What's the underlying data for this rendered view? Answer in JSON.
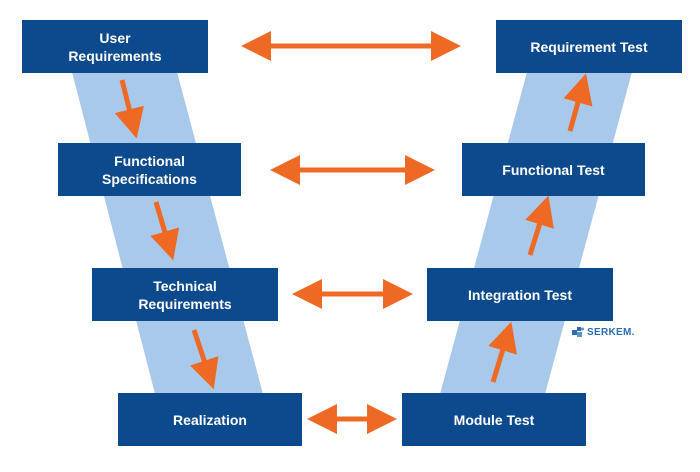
{
  "colors": {
    "box": "#0d4a8d",
    "band": "#a9c9ea",
    "arrow": "#ee6a24",
    "text": "#ffffff"
  },
  "left_side": [
    {
      "id": "user",
      "lines": [
        "User",
        "Requirements"
      ]
    },
    {
      "id": "functional",
      "lines": [
        "Functional",
        "Specifications"
      ]
    },
    {
      "id": "technical",
      "lines": [
        "Technical",
        "Requirements"
      ]
    },
    {
      "id": "realization",
      "lines": [
        "Realization"
      ]
    }
  ],
  "right_side": [
    {
      "id": "requirement-test",
      "lines": [
        "Requirement Test"
      ]
    },
    {
      "id": "functional-test",
      "lines": [
        "Functional Test"
      ]
    },
    {
      "id": "integration-test",
      "lines": [
        "Integration Test"
      ]
    },
    {
      "id": "module-test",
      "lines": [
        "Module Test"
      ]
    }
  ],
  "logo": {
    "text": "SERKEM.",
    "icon": "puzzle-icon"
  }
}
